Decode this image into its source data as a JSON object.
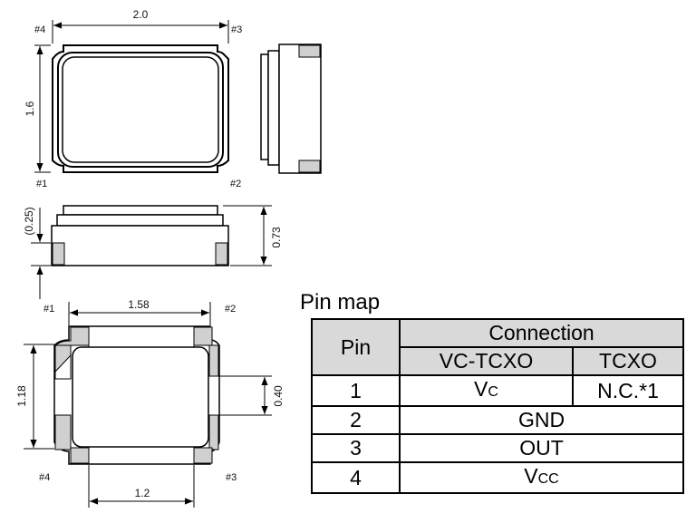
{
  "top_view": {
    "width_dim": "2.0",
    "height_dim": "1.6",
    "pins": {
      "p1": "#1",
      "p2": "#2",
      "p3": "#3",
      "p4": "#4"
    }
  },
  "front_view": {
    "lid_dim": "(0.25)",
    "height_dim": "0.73"
  },
  "bottom_view": {
    "pitch_dim": "1.58",
    "height_dim": "1.18",
    "pad_dim": "0.40",
    "pad_spacing_dim": "1.2",
    "pins": {
      "p1": "#1",
      "p2": "#2",
      "p3": "#3",
      "p4": "#4"
    }
  },
  "pin_map": {
    "title": "Pin map",
    "header_pin": "Pin",
    "header_connection": "Connection",
    "header_vctcxo": "VC-TCXO",
    "header_tcxo": "TCXO",
    "rows": [
      {
        "pin": "1",
        "vctcxo": "V",
        "vctcxo_sub": "C",
        "tcxo": "N.C.*1"
      },
      {
        "pin": "2",
        "both": "GND"
      },
      {
        "pin": "3",
        "both": "OUT"
      },
      {
        "pin": "4",
        "both": "V",
        "both_sub": "CC"
      }
    ]
  }
}
